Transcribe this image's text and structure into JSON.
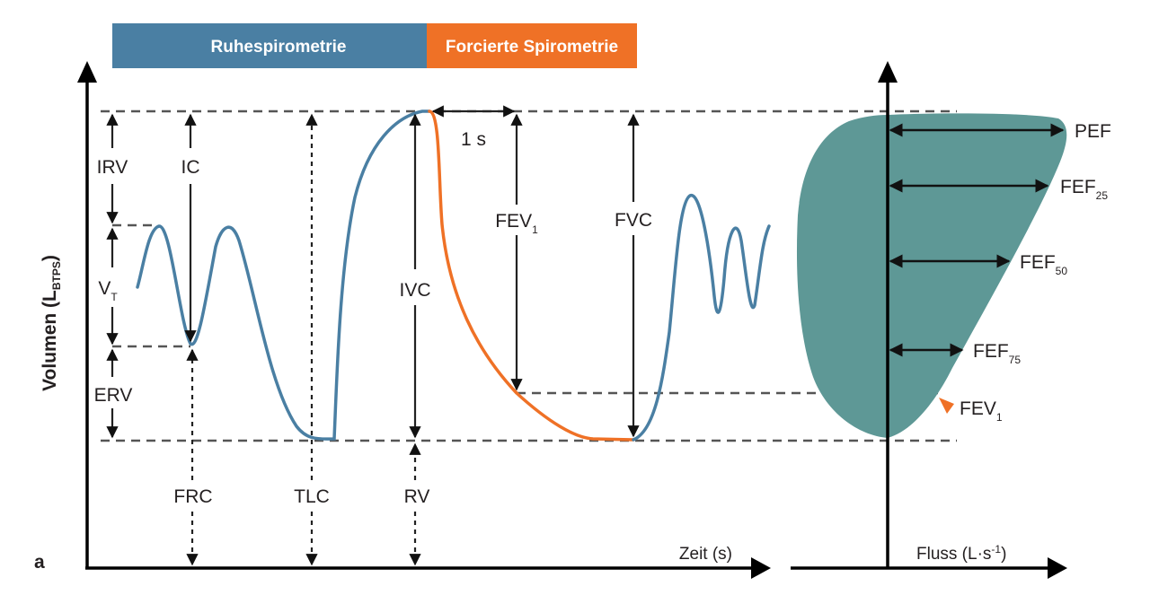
{
  "banner": {
    "rest_label": "Ruhespirometrie",
    "forced_label": "Forcierte Spirometrie",
    "rest_color": "#4a7fa3",
    "forced_color": "#ef7126"
  },
  "axes": {
    "y_label_main": "Volumen (L",
    "y_label_sub": "BTPS",
    "y_label_close": ")",
    "x_time_label": "Zeit (s)",
    "x_flow_label_main": "Fluss (L·s",
    "x_flow_label_sup": "-1",
    "x_flow_label_close": ")",
    "panel_letter": "a"
  },
  "volume_labels": {
    "irv": "IRV",
    "ic": "IC",
    "vt_main": "V",
    "vt_sub": "T",
    "erv": "ERV",
    "ivc": "IVC",
    "one_second": "1 s",
    "fev1_main": "FEV",
    "fev1_sub": "1",
    "fvc": "FVC",
    "frc": "FRC",
    "tlc": "TLC",
    "rv": "RV"
  },
  "flow_labels": {
    "pef": "PEF",
    "fef25_main": "FEF",
    "fef25_sub": "25",
    "fef50_main": "FEF",
    "fef50_sub": "50",
    "fef75_main": "FEF",
    "fef75_sub": "75",
    "fev1_main": "FEV",
    "fev1_sub": "1"
  },
  "colors": {
    "curve_rest": "#4a7fa3",
    "curve_forced": "#ef7126",
    "flow_loop_fill": "#5e9896",
    "axis": "#000000",
    "dash": "#555555"
  }
}
